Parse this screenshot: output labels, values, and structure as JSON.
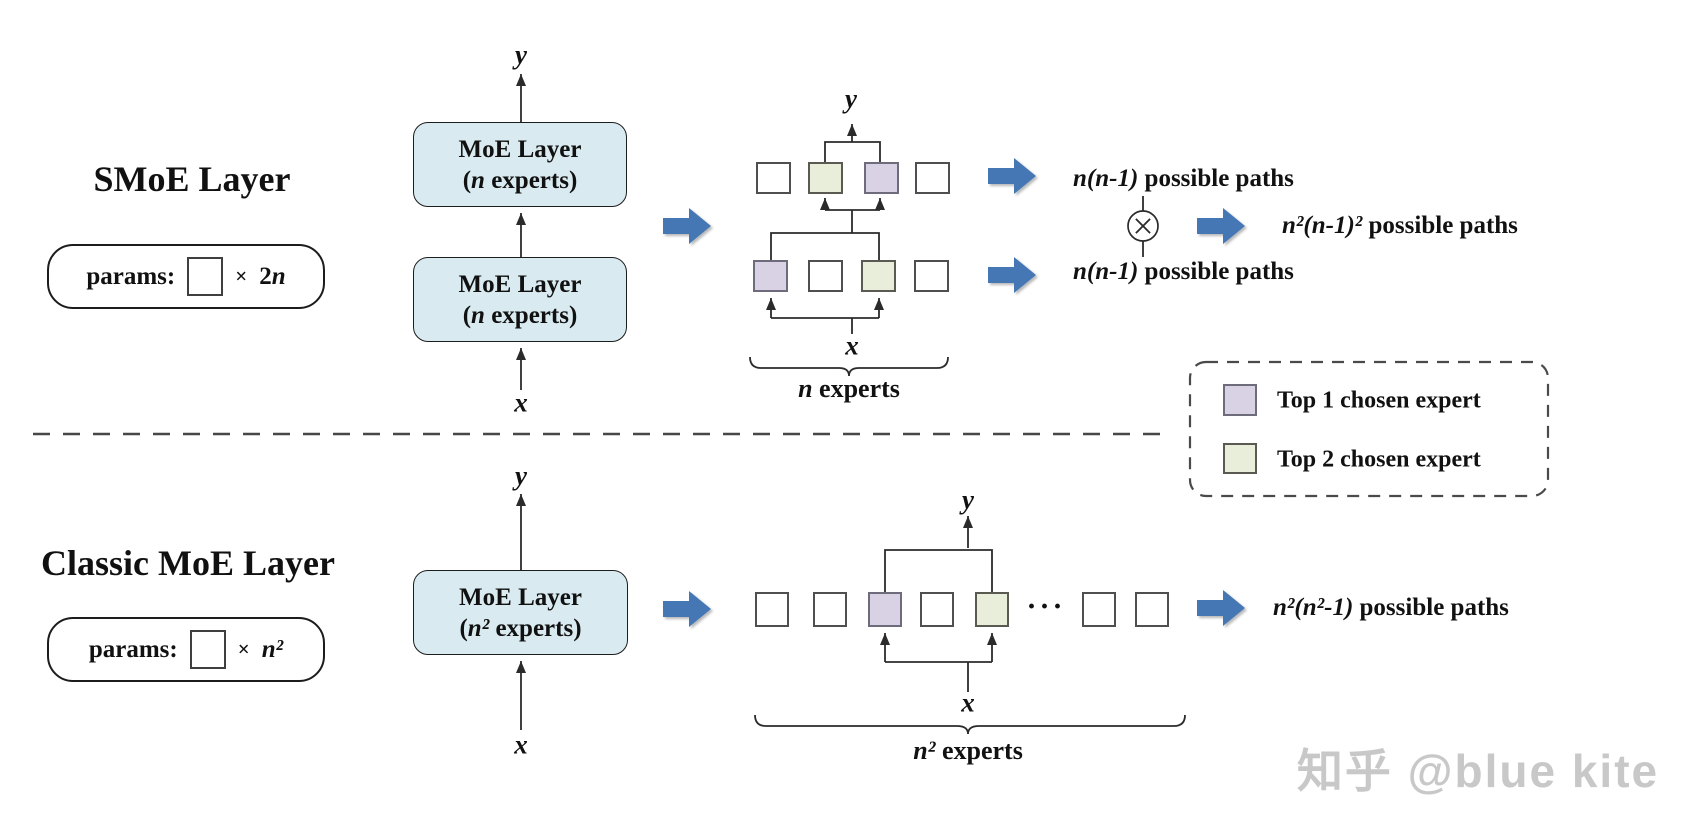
{
  "colors": {
    "moe_box_fill": "#d9ebf1",
    "top1_fill": "#d8d2e4",
    "top2_fill": "#e9eedb",
    "arrow_blue": "#4577b4",
    "line": "#2b2b2b",
    "watermark": "#c6c6c6"
  },
  "smoe": {
    "title": "SMoE Layer",
    "params": {
      "label": "params:",
      "times": "×",
      "coef": "2",
      "var": "n"
    },
    "stack": {
      "y_label": "y",
      "x_label": "x",
      "box1": {
        "line1": "MoE Layer",
        "line2_pre": "(",
        "line2_var": "n",
        "line2_post": " experts)"
      },
      "box2": {
        "line1": "MoE Layer",
        "line2_pre": "(",
        "line2_var": "n",
        "line2_post": " experts)"
      }
    },
    "experts": {
      "y_label": "y",
      "x_label": "x",
      "brace_var": "n",
      "brace_text": " experts"
    },
    "paths_layer_top": {
      "formula": "n(n-1)",
      "text": " possible paths"
    },
    "paths_layer_bottom": {
      "formula": "n(n-1)",
      "text": " possible paths"
    },
    "paths_combined": {
      "formula": "n²(n-1)²",
      "text": " possible paths"
    },
    "multiply_symbol": "⊗"
  },
  "classic": {
    "title": "Classic MoE Layer",
    "params": {
      "label": "params:",
      "times": "×",
      "coef": "",
      "var": "n²"
    },
    "stack": {
      "y_label": "y",
      "x_label": "x",
      "box": {
        "line1": "MoE Layer",
        "line2_pre": "(",
        "line2_var": "n²",
        "line2_post": " experts)"
      }
    },
    "experts": {
      "y_label": "y",
      "x_label": "x",
      "dots": "···",
      "brace_var": "n²",
      "brace_text": " experts"
    },
    "paths": {
      "formula": "n²(n²-1)",
      "text": " possible paths"
    }
  },
  "legend": {
    "items": [
      {
        "label": "Top 1 chosen expert"
      },
      {
        "label": "Top 2 chosen expert"
      }
    ]
  },
  "watermark": "知乎 @blue kite"
}
